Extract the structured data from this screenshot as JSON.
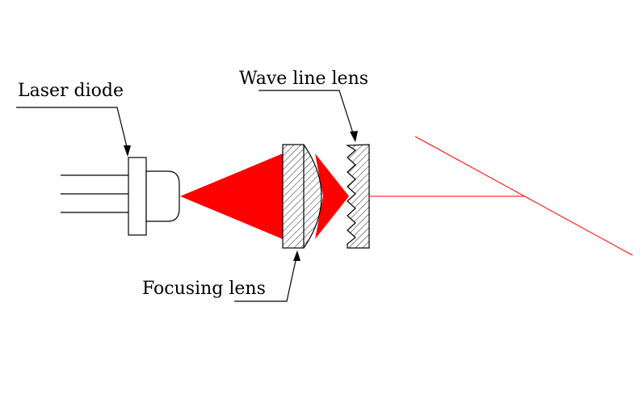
{
  "labels": {
    "laser_diode": "Laser diode",
    "wave_line_lens": "Wave line lens",
    "focusing_lens": "Focusing lens"
  },
  "colors": {
    "beam": "#ff0000",
    "ink": "#000000",
    "background": "#ffffff"
  }
}
